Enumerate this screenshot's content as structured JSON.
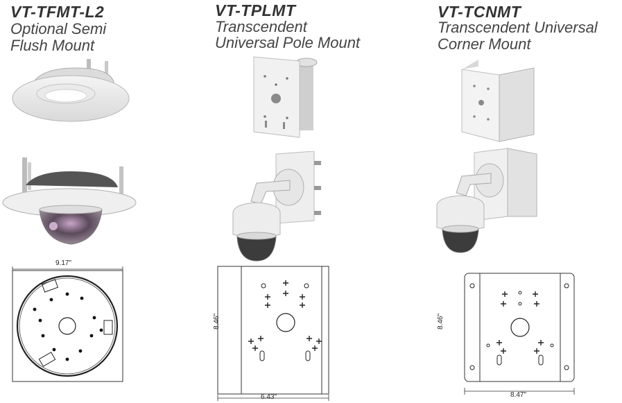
{
  "products": [
    {
      "model": "VT-TFMT-L2",
      "desc_line1": "Optional Semi",
      "desc_line2": "Flush Mount",
      "drawing_width_label": "9.17\""
    },
    {
      "model": "VT-TPLMT",
      "desc_line1": "Transcendent",
      "desc_line2": "Universal Pole Mount",
      "drawing_height_label": "8.46\"",
      "drawing_width_label": "6.43\""
    },
    {
      "model": "VT-TCNMT",
      "desc_line1": "Transcendent Universal",
      "desc_line2": "Corner Mount",
      "drawing_height_label": "8.46\"",
      "drawing_width_label": "8.47\""
    }
  ]
}
